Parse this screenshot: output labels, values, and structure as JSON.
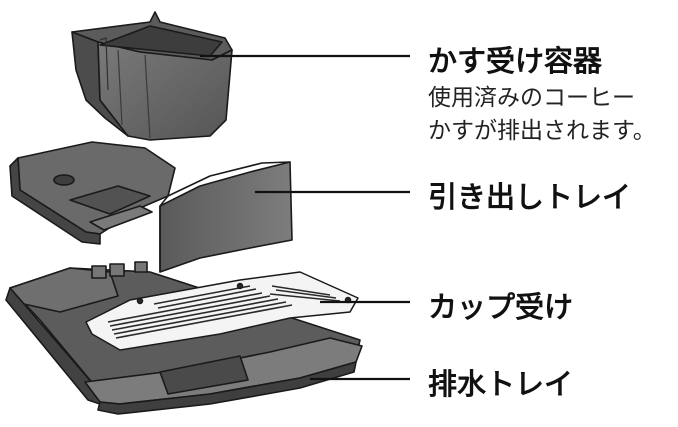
{
  "callouts": [
    {
      "id": "grounds-container",
      "title": "かす受け容器",
      "description": [
        "使用済みのコーヒー",
        "かすが排出されます。"
      ]
    },
    {
      "id": "drawer-tray",
      "title": "引き出しトレイ"
    },
    {
      "id": "cup-holder",
      "title": "カップ受け"
    },
    {
      "id": "drip-tray",
      "title": "排水トレイ"
    }
  ],
  "colors": {
    "plastic_dark": "#4f4f4f",
    "plastic_mid": "#6e6e6e",
    "plastic_light": "#8c8c8c",
    "outline": "#1a1a1a",
    "grille": "#2a2a2a",
    "grille_plate": "#f4f4f4",
    "leader_line": "#111111"
  }
}
